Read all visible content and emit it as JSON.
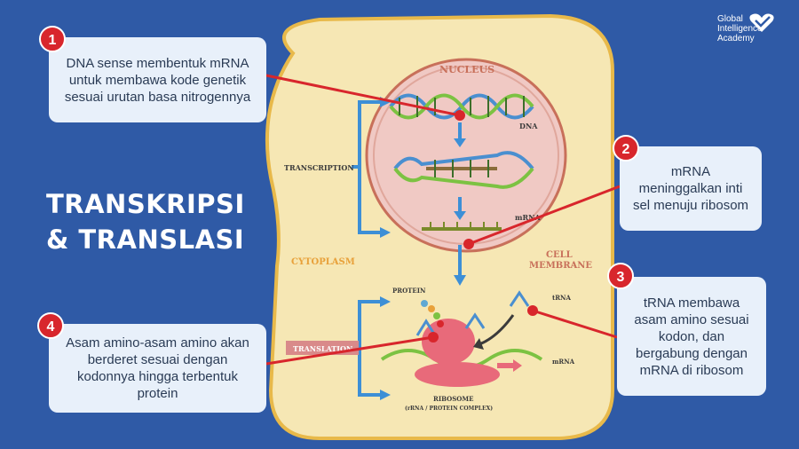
{
  "logo": {
    "line1": "Global",
    "line2": "Intelligence",
    "line3": "Academy"
  },
  "title": {
    "line1": "TRANSKRIPSI",
    "line2": "& TRANSLASI"
  },
  "callouts": [
    {
      "number": "1",
      "text": "DNA sense membentuk mRNA untuk membawa kode genetik sesuai urutan basa nitrogennya"
    },
    {
      "number": "2",
      "text": "mRNA meninggalkan inti sel menuju ribosom"
    },
    {
      "number": "3",
      "text": "tRNA membawa asam amino sesuai kodon, dan bergabung dengan mRNA di ribosom"
    },
    {
      "number": "4",
      "text": "Asam amino-asam amino akan berderet sesuai dengan kodonnya hingga terbentuk protein"
    }
  ],
  "diagram": {
    "nucleus": "NUCLEUS",
    "dna": "DNA",
    "mrna_nucleus": "mRNA",
    "transcription": "TRANSCRIPTION",
    "cytoplasm": "CYTOPLASM",
    "cell_membrane_1": "CELL",
    "cell_membrane_2": "MEMBRANE",
    "protein": "PROTEIN",
    "trna": "tRNA",
    "translation": "TRANSLATION",
    "mrna_cyto": "mRNA",
    "ribosome": "RIBOSOME",
    "ribosome_sub": "(rRNA / PROTEIN COMPLEX)"
  },
  "colors": {
    "background": "#2f5aa6",
    "cell": "#f6e7b4",
    "nucleus": "#f0c9c4",
    "accent_red": "#d8262c",
    "callout_bg": "#e8f0fa"
  }
}
